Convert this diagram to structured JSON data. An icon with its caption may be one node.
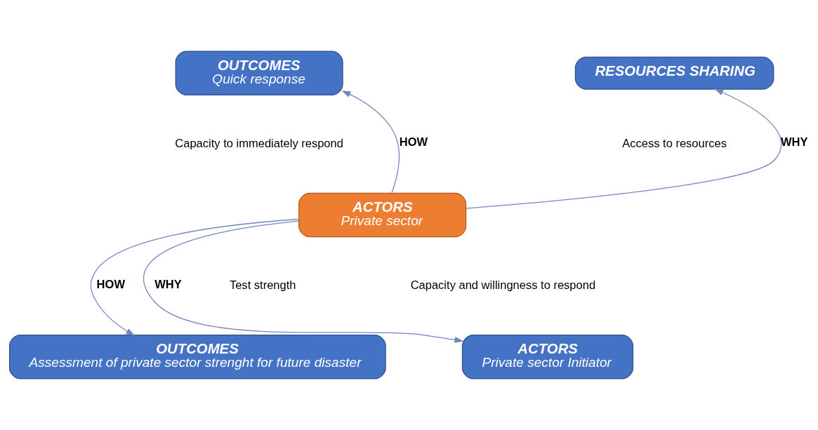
{
  "diagram": {
    "nodes": [
      {
        "text": [
          "OUTCOMES",
          "Quick response"
        ]
      },
      {
        "text": [
          "RESOURCES SHARING"
        ]
      },
      {
        "text": [
          "ACTORS",
          "Private sector"
        ]
      },
      {
        "text": [
          "OUTCOMES",
          "Assessment of private sector strenght for future disaster"
        ]
      },
      {
        "text": [
          "ACTORS",
          "Private sector Initiator"
        ]
      }
    ],
    "edges": [
      {
        "from": 2,
        "to": 0,
        "arrow": "to",
        "label": "HOW"
      },
      {
        "from": 2,
        "to": 1,
        "arrow": "to",
        "label": "WHY"
      },
      {
        "from": 2,
        "to": 3,
        "arrow": "to",
        "label": "HOW"
      },
      {
        "from": 2,
        "to": 4,
        "arrow": "to",
        "label": "WHY"
      }
    ],
    "labels": [
      "Capacity to immediately respond",
      "Access to resources",
      "Test strength",
      "Capacity and willingness to respond"
    ]
  }
}
